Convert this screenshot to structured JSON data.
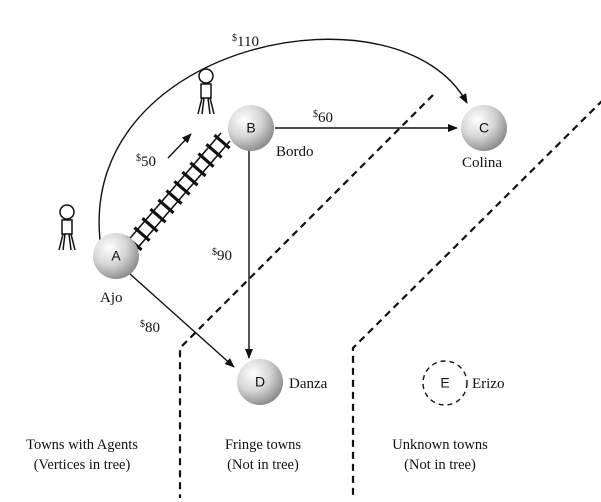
{
  "nodes": {
    "A": {
      "letter": "A",
      "name": "Ajo"
    },
    "B": {
      "letter": "B",
      "name": "Bordo"
    },
    "C": {
      "letter": "C",
      "name": "Colina"
    },
    "D": {
      "letter": "D",
      "name": "Danza"
    },
    "E": {
      "letter": "E",
      "name": "Erizo"
    }
  },
  "edges": {
    "AC": {
      "symbol": "$",
      "value": "110"
    },
    "AB": {
      "symbol": "$",
      "value": "50"
    },
    "BC": {
      "symbol": "$",
      "value": "60"
    },
    "BD": {
      "symbol": "$",
      "value": "90"
    },
    "AD": {
      "symbol": "$",
      "value": "80"
    }
  },
  "regions": {
    "agents": {
      "line1": "Towns with Agents",
      "line2": "(Vertices in tree)"
    },
    "fringe": {
      "line1": "Fringe towns",
      "line2": "(Not in tree)"
    },
    "unknown": {
      "line1": "Unknown towns",
      "line2": "(Not in tree)"
    }
  },
  "icons": [
    "agent-figure-icon",
    "railroad-track-icon",
    "arrow-icon"
  ]
}
